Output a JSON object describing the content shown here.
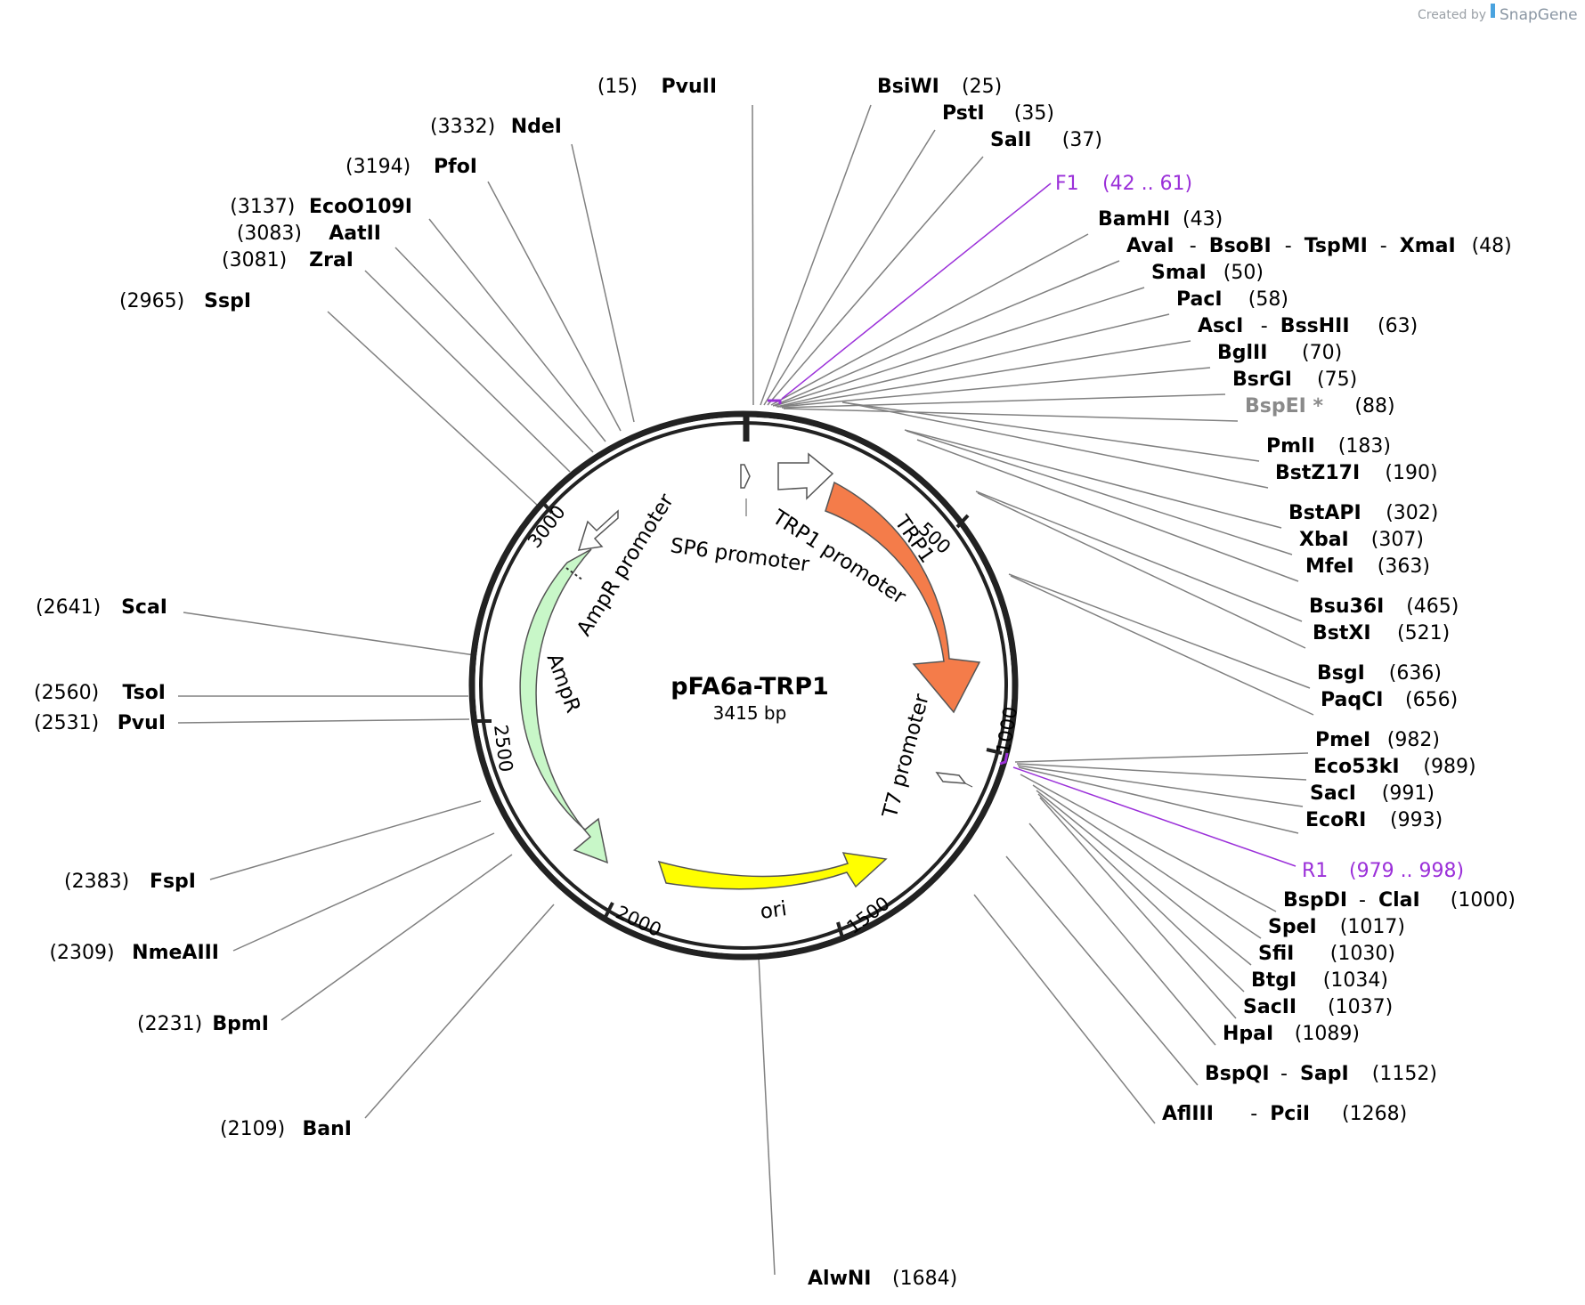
{
  "credit": {
    "prefix": "Created by",
    "brand": "SnapGene"
  },
  "plasmid": {
    "name": "pFA6a-TRP1",
    "length_label": "3415 bp"
  },
  "ticks": [
    "500",
    "1000",
    "1500",
    "2000",
    "2500",
    "3000"
  ],
  "features": [
    {
      "id": "trp1",
      "label": "TRP1",
      "color": "#f47c4a"
    },
    {
      "id": "ampr",
      "label": "AmpR",
      "color": "#c8f7c8"
    },
    {
      "id": "ori",
      "label": "ori",
      "color": "#ffff00"
    },
    {
      "id": "trp1-promoter",
      "label": "TRP1 promoter",
      "color": "#ffffff"
    },
    {
      "id": "ampr-promoter",
      "label": "AmpR promoter",
      "color": "#ffffff"
    },
    {
      "id": "sp6-promoter",
      "label": "SP6 promoter",
      "color": "#ffffff"
    },
    {
      "id": "t7-promoter",
      "label": "T7 promoter",
      "color": "#ffffff"
    }
  ],
  "primers": [
    {
      "name": "F1",
      "range": "(42 .. 61)",
      "color": "#9b30d9"
    },
    {
      "name": "R1",
      "range": "(979 .. 998)",
      "color": "#9b30d9"
    }
  ],
  "sites": [
    {
      "pos": "(15)",
      "names": [
        "PvuII"
      ]
    },
    {
      "pos": "(25)",
      "names": [
        "BsiWI"
      ]
    },
    {
      "pos": "(35)",
      "names": [
        "PstI"
      ]
    },
    {
      "pos": "(37)",
      "names": [
        "SalI"
      ]
    },
    {
      "pos": "(43)",
      "names": [
        "BamHI"
      ]
    },
    {
      "pos": "(48)",
      "names": [
        "AvaI",
        "BsoBI",
        "TspMI",
        "XmaI"
      ]
    },
    {
      "pos": "(50)",
      "names": [
        "SmaI"
      ]
    },
    {
      "pos": "(58)",
      "names": [
        "PacI"
      ]
    },
    {
      "pos": "(63)",
      "names": [
        "AscI",
        "BssHII"
      ]
    },
    {
      "pos": "(70)",
      "names": [
        "BglII"
      ]
    },
    {
      "pos": "(75)",
      "names": [
        "BsrGI"
      ]
    },
    {
      "pos": "(88)",
      "names": [
        "BspEI *"
      ]
    },
    {
      "pos": "(183)",
      "names": [
        "PmlI"
      ]
    },
    {
      "pos": "(190)",
      "names": [
        "BstZ17I"
      ]
    },
    {
      "pos": "(302)",
      "names": [
        "BstAPI"
      ]
    },
    {
      "pos": "(307)",
      "names": [
        "XbaI"
      ]
    },
    {
      "pos": "(363)",
      "names": [
        "MfeI"
      ]
    },
    {
      "pos": "(465)",
      "names": [
        "Bsu36I"
      ]
    },
    {
      "pos": "(521)",
      "names": [
        "BstXI"
      ]
    },
    {
      "pos": "(636)",
      "names": [
        "BsgI"
      ]
    },
    {
      "pos": "(656)",
      "names": [
        "PaqCI"
      ]
    },
    {
      "pos": "(982)",
      "names": [
        "PmeI"
      ]
    },
    {
      "pos": "(989)",
      "names": [
        "Eco53kI"
      ]
    },
    {
      "pos": "(991)",
      "names": [
        "SacI"
      ]
    },
    {
      "pos": "(993)",
      "names": [
        "EcoRI"
      ]
    },
    {
      "pos": "(1000)",
      "names": [
        "BspDI",
        "ClaI"
      ]
    },
    {
      "pos": "(1017)",
      "names": [
        "SpeI"
      ]
    },
    {
      "pos": "(1030)",
      "names": [
        "SfiI"
      ]
    },
    {
      "pos": "(1034)",
      "names": [
        "BtgI"
      ]
    },
    {
      "pos": "(1037)",
      "names": [
        "SacII"
      ]
    },
    {
      "pos": "(1089)",
      "names": [
        "HpaI"
      ]
    },
    {
      "pos": "(1152)",
      "names": [
        "BspQI",
        "SapI"
      ]
    },
    {
      "pos": "(1268)",
      "names": [
        "AflIII",
        "PciI"
      ]
    },
    {
      "pos": "(1684)",
      "names": [
        "AlwNI"
      ]
    },
    {
      "pos": "(2109)",
      "names": [
        "BanI"
      ]
    },
    {
      "pos": "(2231)",
      "names": [
        "BpmI"
      ]
    },
    {
      "pos": "(2309)",
      "names": [
        "NmeAIII"
      ]
    },
    {
      "pos": "(2383)",
      "names": [
        "FspI"
      ]
    },
    {
      "pos": "(2531)",
      "names": [
        "PvuI"
      ]
    },
    {
      "pos": "(2560)",
      "names": [
        "TsoI"
      ]
    },
    {
      "pos": "(2641)",
      "names": [
        "ScaI"
      ]
    },
    {
      "pos": "(2965)",
      "names": [
        "SspI"
      ]
    },
    {
      "pos": "(3081)",
      "names": [
        "ZraI"
      ]
    },
    {
      "pos": "(3083)",
      "names": [
        "AatII"
      ]
    },
    {
      "pos": "(3137)",
      "names": [
        "EcoO109I"
      ]
    },
    {
      "pos": "(3194)",
      "names": [
        "PfoI"
      ]
    },
    {
      "pos": "(3332)",
      "names": [
        "NdeI"
      ]
    }
  ]
}
